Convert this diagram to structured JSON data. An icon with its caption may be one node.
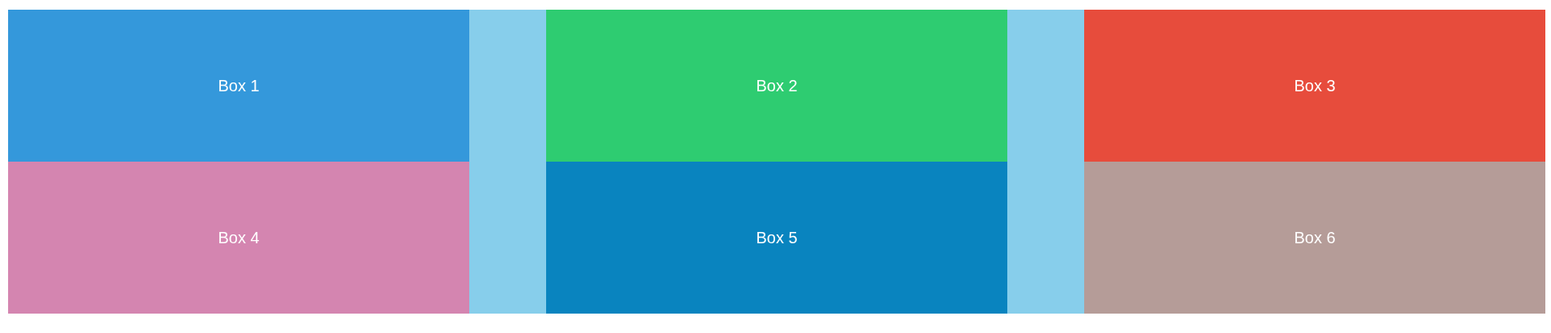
{
  "diagram": {
    "nodes": [
      {
        "text": [
          "Box 1"
        ]
      },
      {
        "text": [
          "Box 2"
        ]
      },
      {
        "text": [
          "Box 3"
        ]
      },
      {
        "text": [
          "Box 4"
        ]
      },
      {
        "text": [
          "Box 5"
        ]
      },
      {
        "text": [
          "Box 6"
        ]
      }
    ]
  }
}
